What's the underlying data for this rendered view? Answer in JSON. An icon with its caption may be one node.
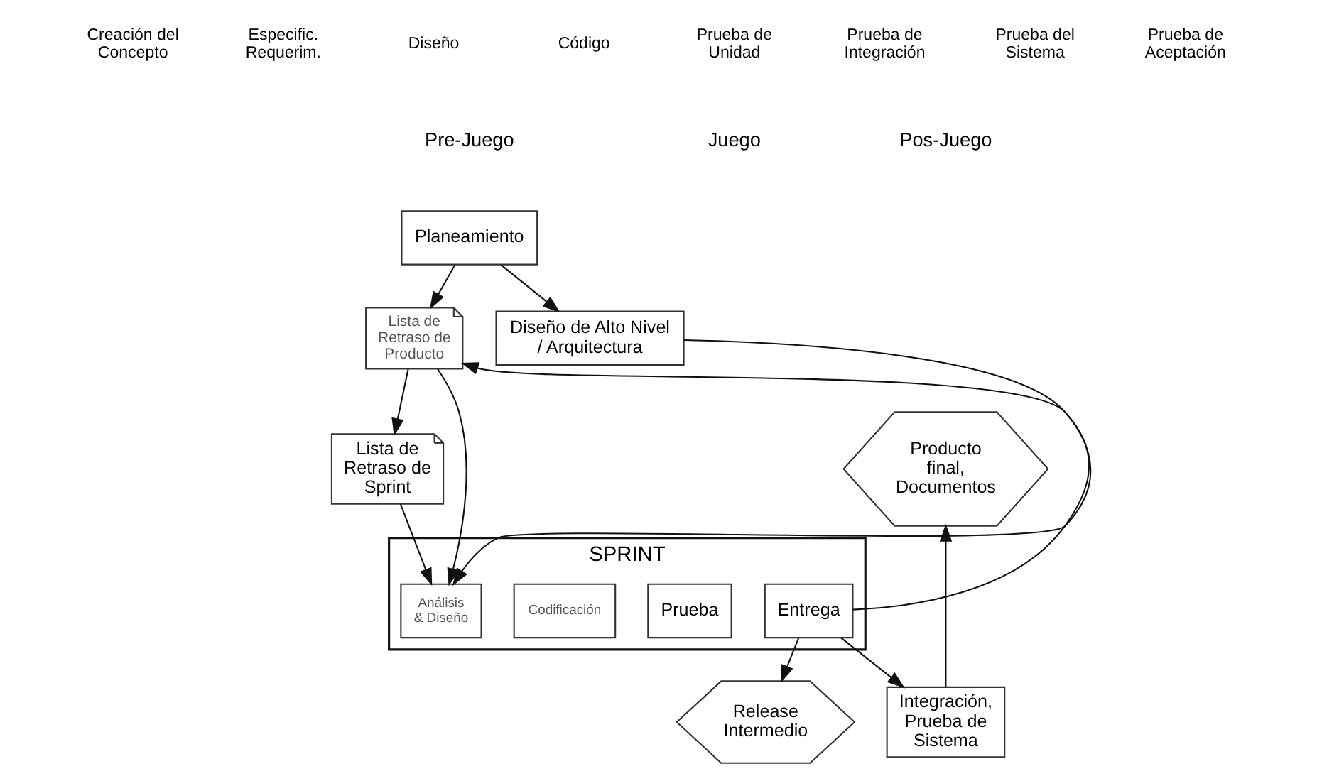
{
  "diagram": {
    "nodes": [
      {
        "text": [
          "Planeamiento"
        ]
      },
      {
        "text": [
          "Lista de Retraso de Producto"
        ]
      },
      {
        "text": [
          "Lista de Retraso de Sprint"
        ]
      },
      {
        "text": [
          "SPRINT"
        ]
      },
      {
        "text": [
          "Análisis & Diseño"
        ],
        "in": 3
      },
      {
        "text": [
          "Codificación"
        ],
        "in": 3
      },
      {
        "text": [
          "Prueba"
        ],
        "in": 3
      },
      {
        "text": [
          "Entrega"
        ],
        "in": 3
      },
      {
        "text": [
          "Diseño de Alto Nivel / Arquitectura"
        ]
      },
      {
        "text": [
          "Release Intermedio"
        ]
      },
      {
        "text": [
          "Integración, Prueba de Sistema"
        ]
      },
      {
        "text": [
          "Producto final, Documentos"
        ]
      }
    ],
    "edges": [
      {
        "from": 0,
        "to": 1,
        "arrow": "to"
      },
      {
        "from": 0,
        "to": 8,
        "arrow": "to"
      },
      {
        "from": 1,
        "to": 2,
        "arrow": "to"
      },
      {
        "from": 1,
        "to": 4,
        "arrow": "to"
      },
      {
        "from": 2,
        "to": 4,
        "arrow": "to"
      },
      {
        "from": 8,
        "to": 4,
        "arrow": "to"
      },
      {
        "from": 7,
        "to": 9,
        "arrow": "to"
      },
      {
        "from": 7,
        "to": 10,
        "arrow": "to"
      },
      {
        "from": 10,
        "to": 11,
        "arrow": "to"
      },
      {
        "from": 7,
        "to": 1,
        "arrow": "to"
      }
    ],
    "labels": [
      "Creación del Concepto",
      "Especific. Requerim.",
      "Diseño",
      "Código",
      "Prueba de Unidad",
      "Prueba de Integración",
      "Prueba del Sistema",
      "Prueba de Aceptación",
      "Pre-Juego",
      "Juego",
      "Pos-Juego"
    ]
  }
}
